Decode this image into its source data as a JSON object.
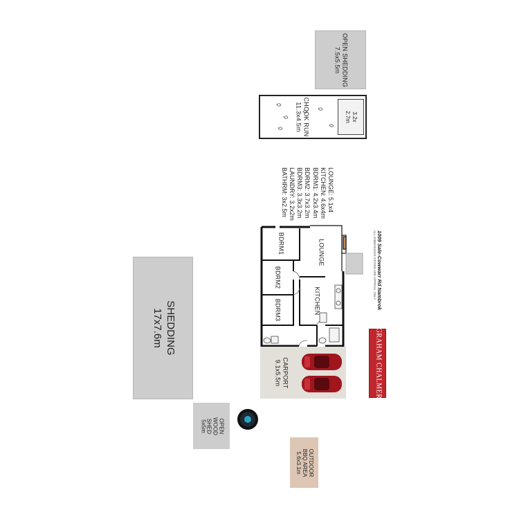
{
  "structures": {
    "shedding": {
      "name": "SHEDDING",
      "size": "17x7.6m"
    },
    "open_shedding": {
      "name": "OPEN SHEDDING",
      "size": "7.5x5.5m"
    },
    "chook_run": {
      "name": "CHOOK RUN",
      "size": "11.3x4.5m",
      "sub_size_a": "3.2x",
      "sub_size_b": "2.7m"
    },
    "carport": {
      "name": "CARPORT",
      "size": "9.1x5.5m"
    },
    "wood_shed": {
      "line1": "OPEN",
      "line2": "WOOD",
      "line3": "SHED",
      "size": "5x5m"
    },
    "bbq": {
      "line1": "OUTDOOR",
      "line2": "BBQ AREA",
      "size": "5.6x3.1m"
    }
  },
  "rooms": {
    "bdrm1": "BDRM1",
    "bdrm2": "BDRM2",
    "bdrm3": "BDRM3",
    "kitchen": "KITCHEN",
    "lounge": "LOUNGE"
  },
  "room_dimensions": [
    "LOUNGE: 5.1x4",
    "KITCHEN: 4.6x4m",
    "BDRM1: 4.2x3.4m",
    "BDRM2: 3.7x3.2m",
    "BDRM3: 3.3x3.2m",
    "LAUNDRY: 3.2x2m",
    "BATHRM: 3x2.5m"
  ],
  "address": "1009 Sale-Cowwarr Rd Nambrok",
  "disclaimer": "ALL DIMENSIONS STATED ARE APPROX. ONLY",
  "logo": {
    "text": "GRAHAM CHALMER",
    "color": "#c0262d"
  },
  "colors": {
    "shed_fill": "#cdcdcd",
    "carport_fill": "#e3e0da",
    "bbq_fill": "#ddc7b4",
    "car_red": "#a1161d",
    "wall": "#111111"
  }
}
